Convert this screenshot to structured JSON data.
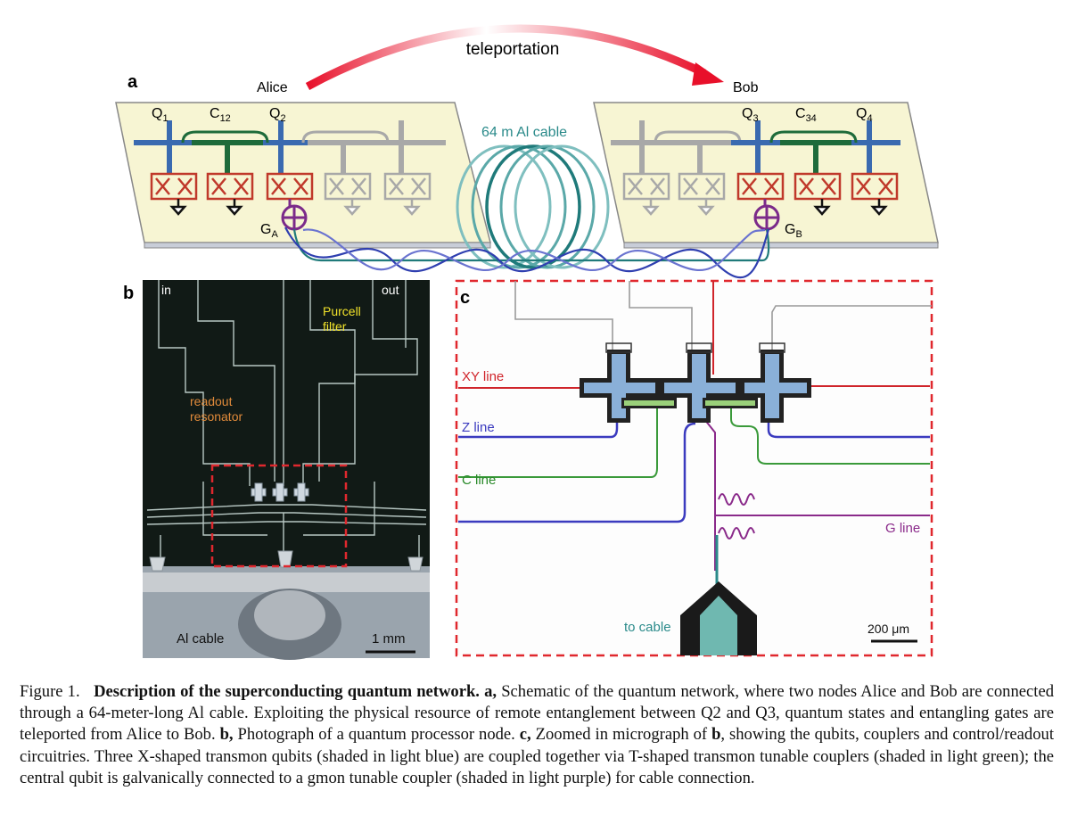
{
  "panel_a": {
    "letter": "a",
    "title": "teleportation",
    "alice": "Alice",
    "bob": "Bob",
    "cable": "64 m Al cable",
    "q1": "Q",
    "q1_sub": "1",
    "c12": "C",
    "c12_sub": "12",
    "q2": "Q",
    "q2_sub": "2",
    "q3": "Q",
    "q3_sub": "3",
    "c34": "C",
    "c34_sub": "34",
    "q4": "Q",
    "q4_sub": "4",
    "ga": "G",
    "ga_sub": "A",
    "gb": "G",
    "gb_sub": "B"
  },
  "panel_b": {
    "letter": "b",
    "in": "in",
    "out": "out",
    "purcell": [
      "Purcell",
      "filter"
    ],
    "readout": [
      "readout",
      "resonator"
    ],
    "cable": "Al cable",
    "scale": "1 mm"
  },
  "panel_c": {
    "letter": "c",
    "xy": "XY line",
    "z": "Z line",
    "c": "C line",
    "g": "G line",
    "to_cable": "to cable",
    "scale": "200 μm"
  },
  "caption": {
    "label": "Figure 1.",
    "title": "Description of the superconducting quantum network.",
    "a_label": "a,",
    "a_text": "Schematic of the quantum network, where two nodes Alice and Bob are connected through a 64-meter-long Al cable. Exploiting the physical resource of remote entanglement between Q2 and Q3, quantum states and entangling gates are teleported from Alice to Bob.",
    "b_label": "b,",
    "b_text": "Photograph of a quantum processor node.",
    "c_label": "c,",
    "c_text_1": "Zoomed in micrograph of",
    "c_ref": "b",
    "c_text_2": ", showing the qubits, couplers and control/readout circuitries. Three X-shaped transmon qubits (shaded in light blue) are coupled together via T-shaped transmon tunable couplers (shaded in light green); the central qubit is galvanically connected to a gmon tunable coupler (shaded in light purple) for cable connection."
  }
}
